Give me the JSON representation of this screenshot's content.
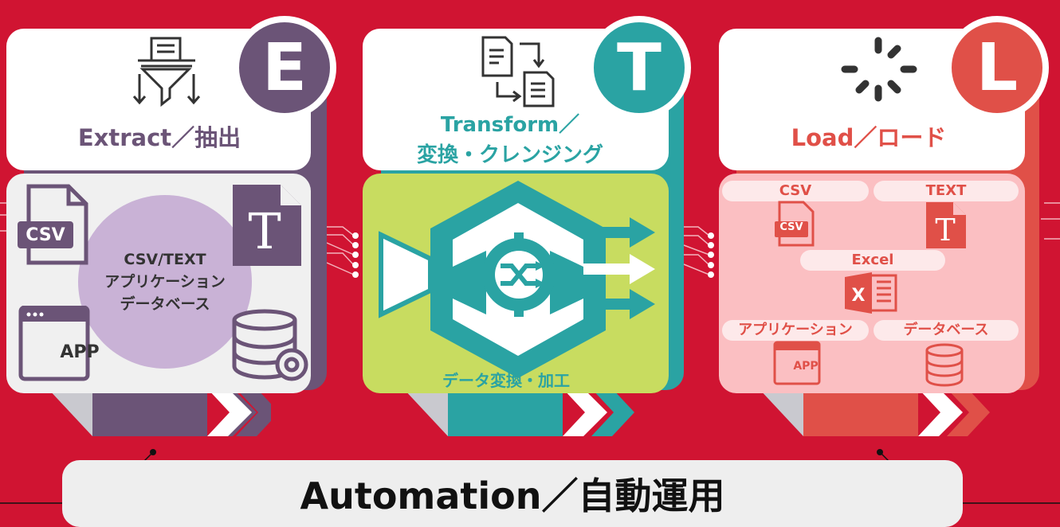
{
  "colors": {
    "background": "#d01432",
    "extract": "#6b5477",
    "transform": "#2aa3a3",
    "load": "#e05048",
    "transform_body": "#c8dc60",
    "load_body": "#fbbfc2",
    "extract_circle": "#c9b2d6"
  },
  "extract": {
    "letter": "E",
    "title": "Extract／抽出",
    "csv_file_label": "CSV",
    "center_lines": [
      "CSV/TEXT",
      "アプリケーション",
      "データベース"
    ],
    "app_label": "APP",
    "icons": [
      "funnel-document-icon",
      "csv-file-icon",
      "text-file-icon",
      "app-window-icon",
      "database-gear-icon"
    ]
  },
  "transform": {
    "letter": "T",
    "title_line1": "Transform／",
    "title_line2": "変換・クレンジング",
    "caption": "データ変換・加工",
    "icons": [
      "document-swap-icon",
      "gear-shuffle-icon"
    ]
  },
  "load": {
    "letter": "L",
    "title": "Load／ロード",
    "csv_pill": "CSV",
    "csv_file_label": "CSV",
    "text_pill": "TEXT",
    "excel_pill": "Excel",
    "app_pill": "アプリケーション",
    "app_label": "APP",
    "db_pill": "データベース",
    "icons": [
      "loading-spinner-icon",
      "csv-file-icon",
      "text-file-icon",
      "excel-icon",
      "app-window-icon",
      "database-icon"
    ]
  },
  "automation": {
    "label": "Automation／自動運用"
  }
}
